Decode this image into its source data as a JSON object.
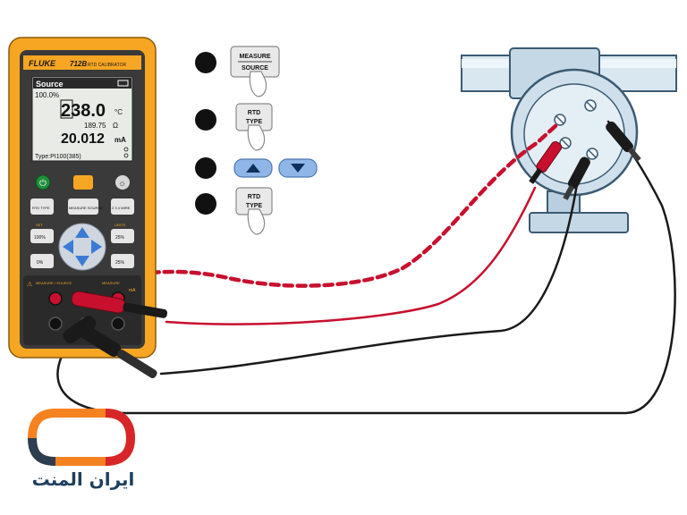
{
  "meter": {
    "brand": "FLUKE",
    "model": "712B",
    "model_desc": "RTD CALIBRATOR",
    "screen": {
      "mode": "Source",
      "percent": "100.0%",
      "main_value": "238.0",
      "main_unit": "°C",
      "ohms_value": "189.75",
      "ohms_unit": "Ω",
      "ma_value": "20.012",
      "ma_unit": "mA",
      "type_line": "Type:PI100(385)"
    },
    "keys": {
      "rtd_type": "RTD TYPE",
      "measure_source": "MEASURE SOURCE",
      "wire_mode": "2 3 4 WIRE",
      "step_left": "100%",
      "step_left2": "0%",
      "step_right": "25%",
      "step_right2": "25%",
      "set_label": "SET",
      "units_label": "UNITS"
    },
    "terminals": {
      "left_label": "MEASURE / SOURCE",
      "right_label": "MEASURE",
      "right_unit": "mA"
    }
  },
  "steps": [
    {
      "id": "step-1",
      "key_line1": "MEASURE",
      "key_line2": "SOURCE"
    },
    {
      "id": "step-2",
      "key_line1": "RTD",
      "key_line2": "TYPE"
    },
    {
      "id": "step-3",
      "key_line1": "",
      "key_line2": ""
    },
    {
      "id": "step-4",
      "key_line1": "RTD",
      "key_line2": "TYPE"
    }
  ],
  "logo": {
    "text": "ایران المنت"
  },
  "colors": {
    "meter_body": "#f6a623",
    "meter_dark": "#3a3a3a",
    "screen_bg": "#e9ece6",
    "red_lead": "#c8102e",
    "black_lead": "#1a1a1a",
    "transmitter": "#cfe0ec",
    "logo_orange": "#f58220",
    "logo_red": "#d7262a",
    "logo_dark": "#2c3e50"
  }
}
